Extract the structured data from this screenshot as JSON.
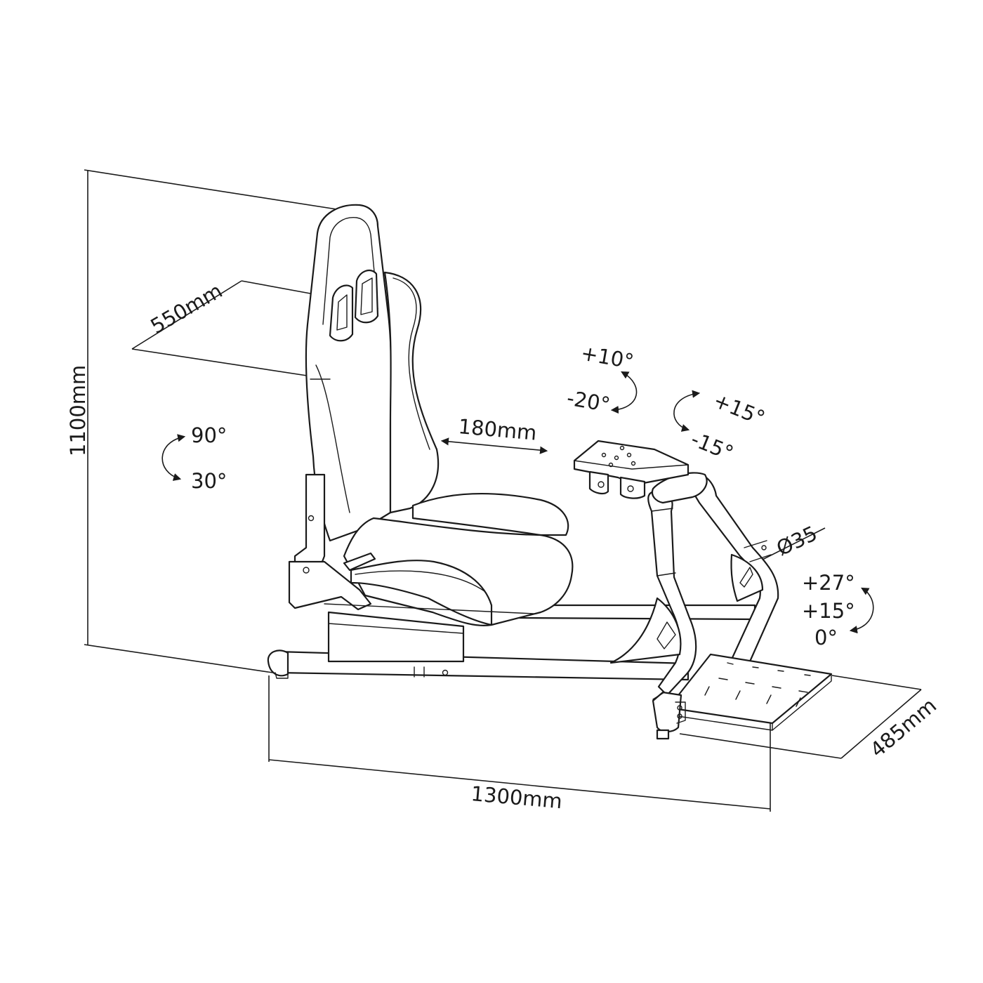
{
  "dimensions": {
    "height": "1100mm",
    "seat_width": "550mm",
    "seat_to_wheel_gap": "180mm",
    "base_length": "1300mm",
    "pedal_plate_depth": "485mm",
    "tube_diameter": "Ø35"
  },
  "angles": {
    "backrest_upper": "90°",
    "backrest_lower": "30°",
    "wheel_tilt_upper": "+10°",
    "wheel_tilt_lower": "-20°",
    "wheel_rotate_upper": "+15°",
    "wheel_rotate_lower": "-15°",
    "pedal_angle_1": "+27°",
    "pedal_angle_2": "+15°",
    "pedal_angle_3": "0°"
  },
  "colors": {
    "ink": "#1a1a1a",
    "background": "#ffffff"
  }
}
